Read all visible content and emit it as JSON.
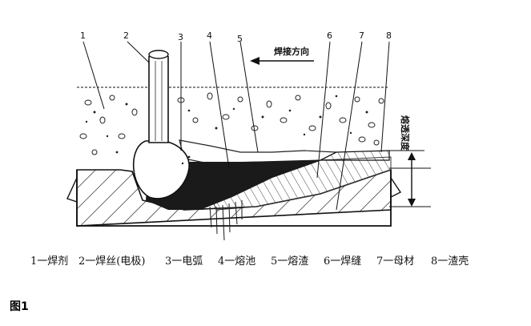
{
  "callouts": [
    "1",
    "2",
    "3",
    "4",
    "5",
    "6",
    "7",
    "8"
  ],
  "direction_label": "焊接方向",
  "depth_label": "熔透深度",
  "legend": [
    "1一焊剂",
    "2一焊丝(电极)",
    "3一电弧",
    "4一熔池",
    "5一熔渣",
    "6一焊缝",
    "7一母材",
    "8一渣壳"
  ],
  "figure_label": "图1",
  "colors": {
    "ink": "#111111",
    "molten": "#1a1a1a",
    "background": "#ffffff"
  },
  "icons": {
    "direction": "left-arrow-icon",
    "depth": "double-arrow-icon"
  }
}
